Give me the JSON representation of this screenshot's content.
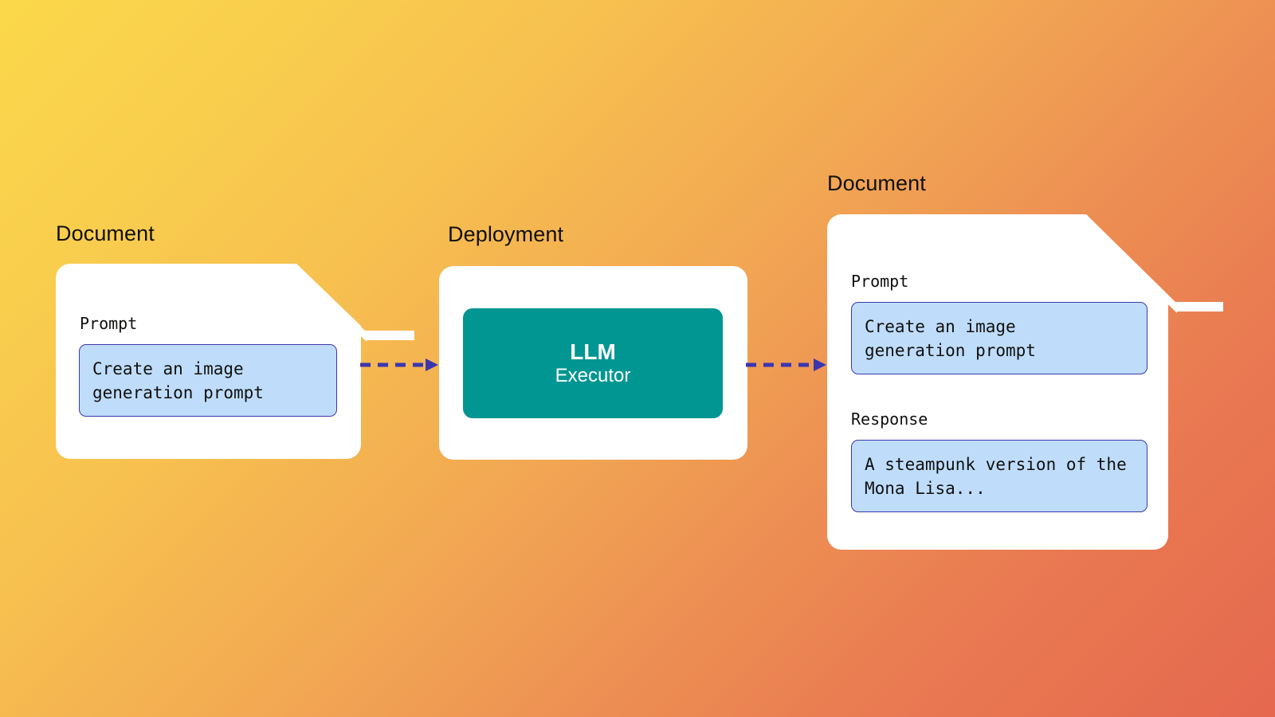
{
  "background": {
    "type": "diagonal-gradient",
    "from_color": "#FBD84A",
    "to_color": "#E5684F"
  },
  "theme": {
    "card_background": "#FFFFFF",
    "value_box_fill": "#BFDDFB",
    "value_box_border": "#3B36B0",
    "executor_fill": "#029693",
    "connector_color": "#3B36B0",
    "text_color": "#11100F"
  },
  "nodes": [
    {
      "id": "input-document",
      "title": "Document",
      "kind": "document",
      "fields": [
        {
          "label": "Prompt",
          "lines": [
            "Create an image",
            "generation prompt"
          ]
        }
      ]
    },
    {
      "id": "deployment",
      "title": "Deployment",
      "kind": "deployment",
      "executor": {
        "name": "LLM",
        "role": "Executor"
      }
    },
    {
      "id": "output-document",
      "title": "Document",
      "kind": "document",
      "fields": [
        {
          "label": "Prompt",
          "lines": [
            "Create an image",
            "generation prompt"
          ]
        },
        {
          "label": "Response",
          "lines": [
            "A steampunk version of the",
            "Mona Lisa..."
          ]
        }
      ]
    }
  ],
  "connectors": [
    {
      "id": "doc-to-deployment",
      "style": "dashed-arrow",
      "from": "input-document",
      "to": "deployment"
    },
    {
      "id": "deployment-to-doc",
      "style": "dashed-arrow",
      "from": "deployment",
      "to": "output-document"
    }
  ]
}
